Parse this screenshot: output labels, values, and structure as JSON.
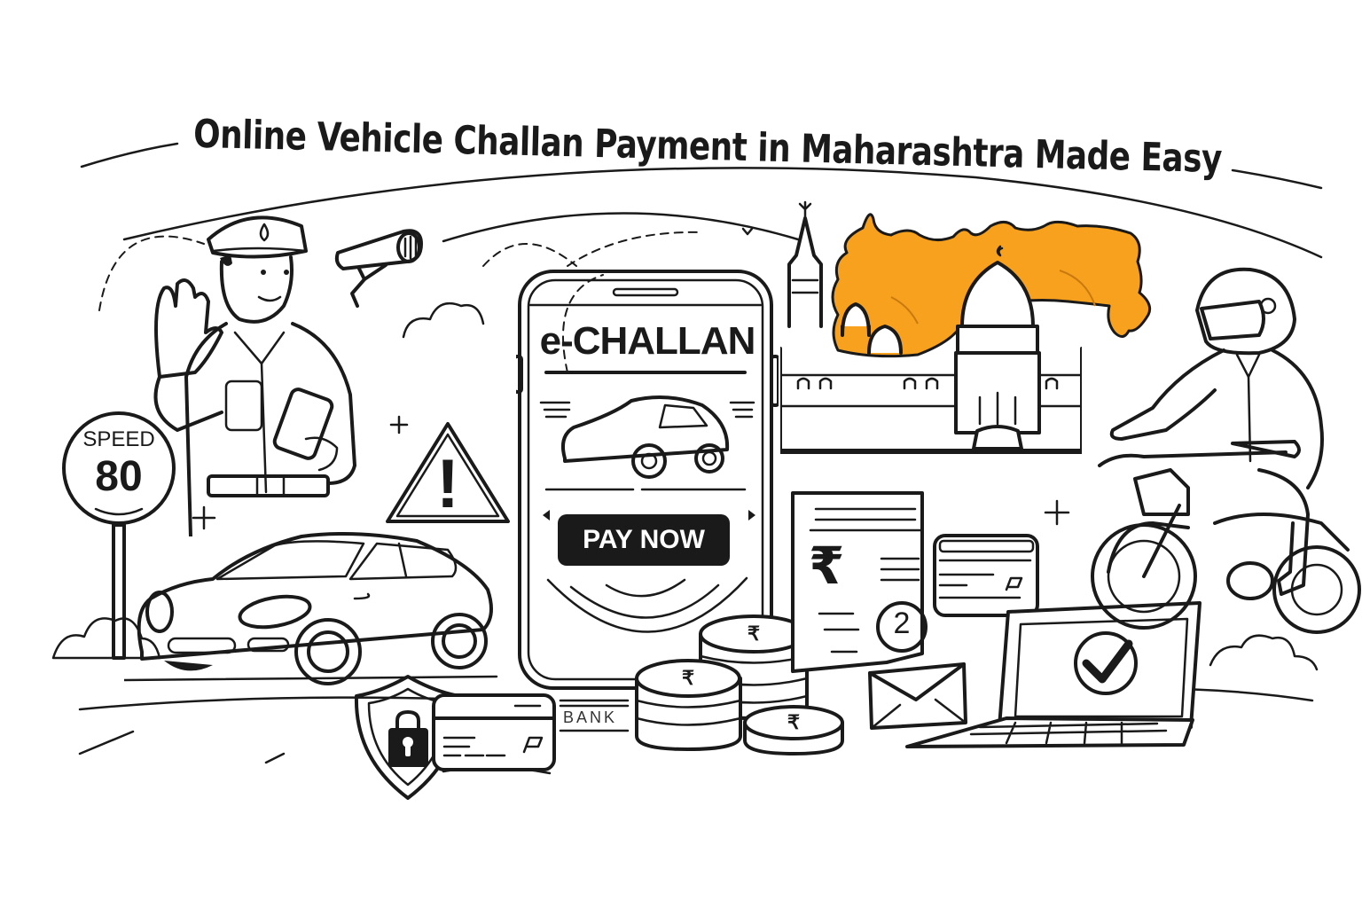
{
  "title": "Online Vehicle Challan Payment in Maharashtra Made Easy",
  "colors": {
    "background": "#ffffff",
    "ink": "#1a1a1a",
    "maharashtra_map": "#F7A11F",
    "button_bg": "#1a1a1a",
    "button_text": "#ffffff"
  },
  "speed_sign": {
    "label": "SPEED",
    "value": "80"
  },
  "phone": {
    "app_title": "e-CHALLAN",
    "pay_button_label": "PAY NOW"
  },
  "bank_label": "BANK",
  "receipt": {
    "currency_symbol": "₹",
    "badge_number": "2"
  },
  "coins": {
    "symbol": "₹"
  },
  "warning_symbol": "!",
  "icons": [
    "traffic-police-icon",
    "cctv-camera-icon",
    "speed-sign-icon",
    "warning-triangle-icon",
    "car-icon",
    "smartphone-icon",
    "maharashtra-map-icon",
    "cst-building-icon",
    "motorcycle-rider-icon",
    "receipt-icon",
    "credit-card-icon",
    "envelope-icon",
    "laptop-icon",
    "checkmark-icon",
    "shield-lock-icon",
    "rupee-coin-icon"
  ]
}
